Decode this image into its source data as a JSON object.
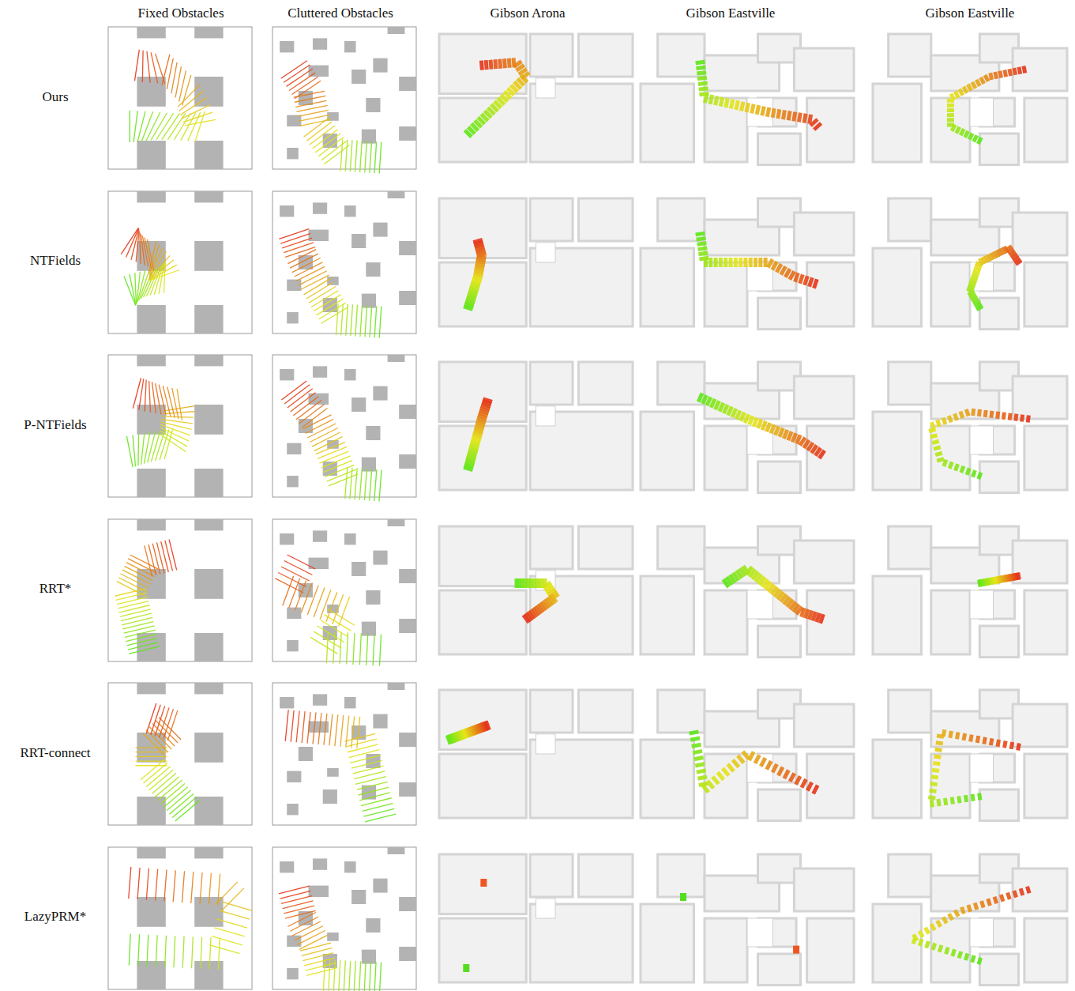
{
  "diagram": {
    "labels": [
      "Fixed Obstacles",
      "Cluttered Obstacles",
      "Gibson Arona",
      "Gibson Eastville",
      "Gibson Eastville",
      "Ours",
      "NTFields",
      "P-NTFields",
      "RRT*",
      "RRT-connect",
      "LazyPRM*"
    ]
  }
}
